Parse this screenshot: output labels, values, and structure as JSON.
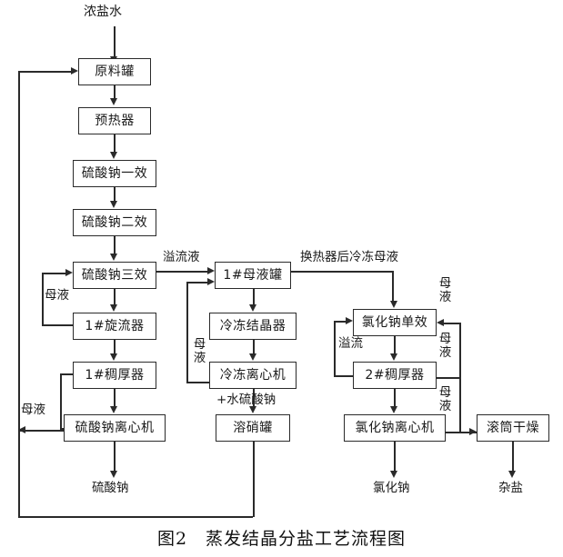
{
  "figure": {
    "caption": "图2　蒸发结晶分盐工艺流程图",
    "caption_number": "图2",
    "caption_title": "蒸发结晶分盐工艺流程图"
  },
  "inputs": {
    "feed": "浓盐水"
  },
  "outputs": {
    "sodium_sulfate": "硫酸钠",
    "sodium_chloride": "氯化钠",
    "mixed_salt": "杂盐"
  },
  "nodes": {
    "raw_tank": "原料罐",
    "preheater": "预热器",
    "na2so4_effect1": "硫酸钠一效",
    "na2so4_effect2": "硫酸钠二效",
    "na2so4_effect3": "硫酸钠三效",
    "cyclone1": "1#旋流器",
    "thickener1": "1#稠厚器",
    "na2so4_centrifuge": "硫酸钠离心机",
    "mother_liquor_tank1": "1#母液罐",
    "freeze_crystallizer": "冷冻结晶器",
    "freeze_centrifuge": "冷冻离心机",
    "dissolving_tank": "溶硝罐",
    "nacl_single_effect": "氯化钠单效",
    "thickener2": "2#稠厚器",
    "nacl_centrifuge": "氯化钠离心机",
    "drum_dryer": "滚筒干燥"
  },
  "stream_labels": {
    "overflow_liquid": "溢流液",
    "frozen_mother_liquor_after_hx": "换热器后冷冻母液",
    "mother_liquor_cyclone": "母液",
    "mother_liquor_centrifuge": "母液",
    "mother_liquor_freeze": "母液",
    "hydrated_sodium_sulfate": "+水硫酸钠",
    "overflow": "溢流",
    "mother_liquor_nacl_effect": "母液",
    "mother_liquor_thickener2": "母液",
    "mother_liquor_nacl_centrifuge": "母液"
  },
  "colors": {
    "line": "#2a2a2a",
    "text": "#1a1a1a",
    "background": "#ffffff"
  }
}
